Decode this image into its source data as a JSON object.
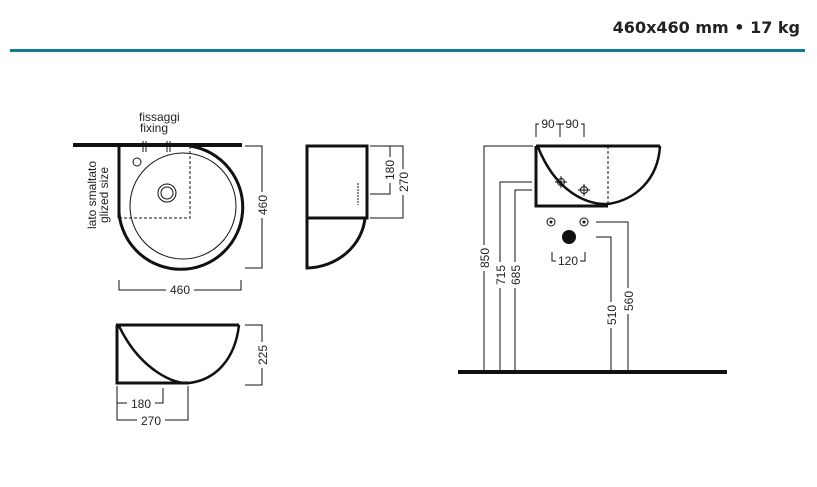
{
  "header": {
    "title": "460x460 mm • 17 kg",
    "accent_color": "#107d94"
  },
  "top_view": {
    "fixing_it": "fissaggi",
    "fixing_en": "fixing",
    "glazed_it": "lato smaltato",
    "glazed_en": "glized size",
    "depth": "460",
    "width": "460"
  },
  "side_view": {
    "dim_a": "180",
    "dim_b": "270"
  },
  "bottom_view": {
    "height": "225",
    "dim_a": "180",
    "dim_b": "270"
  },
  "elevation": {
    "fix_a": "90",
    "fix_b": "90",
    "drain_spacing": "120",
    "h_top": "850",
    "h_fix1": "715",
    "h_fix2": "685",
    "h_drain": "510",
    "h_supply": "560"
  }
}
